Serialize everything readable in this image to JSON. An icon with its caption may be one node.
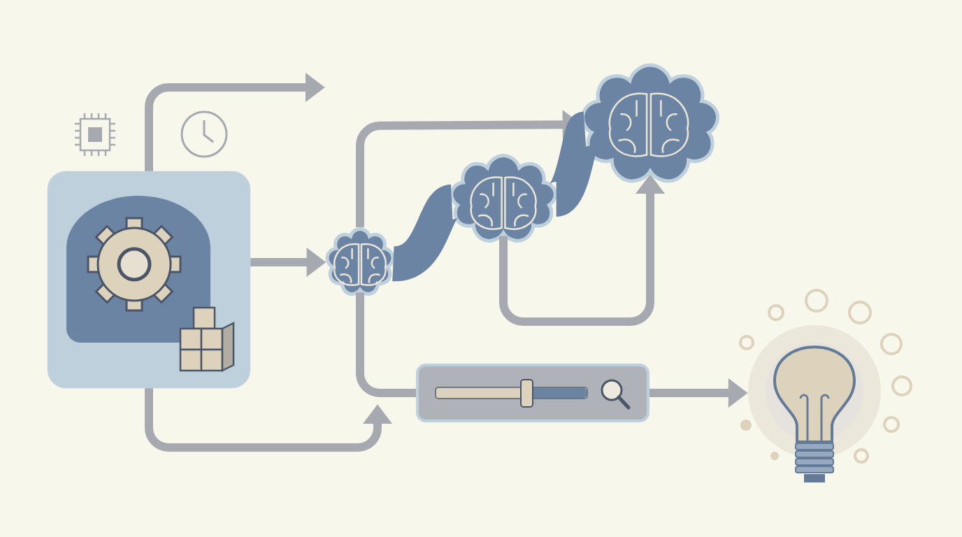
{
  "diagram": {
    "nodes": [
      {
        "text": [],
        "shape": "box"
      },
      {
        "text": [],
        "shape": "cloud"
      },
      {
        "text": [],
        "shape": "cloud"
      },
      {
        "text": [],
        "shape": "cloud"
      },
      {
        "text": [],
        "shape": "bar"
      },
      {
        "text": [],
        "shape": "picture"
      }
    ],
    "edges": [
      {
        "from": 0,
        "to": null,
        "arrow": "to"
      },
      {
        "from": 0,
        "to": 1,
        "arrow": "to"
      },
      {
        "from": 0,
        "to": null,
        "arrow": "to"
      },
      {
        "from": 1,
        "to": 3,
        "arrow": "to"
      },
      {
        "from": 1,
        "to": 4,
        "arrow": "none"
      },
      {
        "from": 2,
        "to": 3,
        "arrow": "to"
      },
      {
        "from": 4,
        "to": 5,
        "arrow": "to"
      },
      {
        "from": 1,
        "to": 2,
        "arrow": "none",
        "style": "thick",
        "color": "#6b84a3"
      },
      {
        "from": 2,
        "to": 3,
        "arrow": "none",
        "style": "thick",
        "color": "#6b84a3"
      }
    ]
  }
}
